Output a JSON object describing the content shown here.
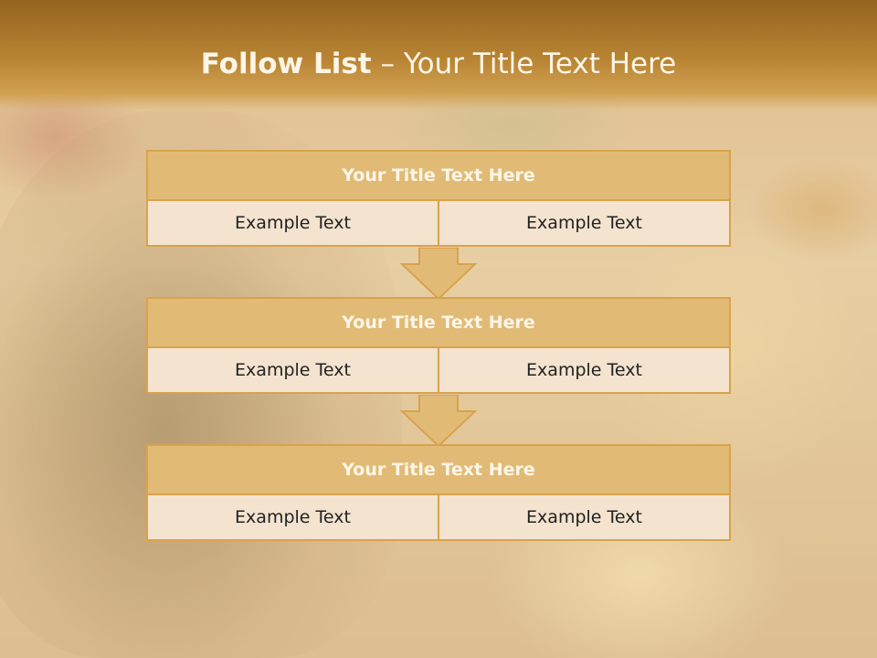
{
  "slide": {
    "title_bold": "Follow List",
    "title_rest": "– Your Title Text Here"
  },
  "blocks": [
    {
      "title": "Your Title Text Here",
      "left": "Example Text",
      "right": "Example Text"
    },
    {
      "title": "Your Title Text Here",
      "left": "Example Text",
      "right": "Example Text"
    },
    {
      "title": "Your Title Text Here",
      "left": "Example Text",
      "right": "Example Text"
    }
  ],
  "colors": {
    "header": "#b98534",
    "block_title_fill": "#e1bb76",
    "block_border": "#d9a24c",
    "cell_fill": "#f3e3cf",
    "arrow_fill": "#e1bb76"
  },
  "icons": [
    "down-arrow-icon",
    "down-arrow-icon"
  ]
}
